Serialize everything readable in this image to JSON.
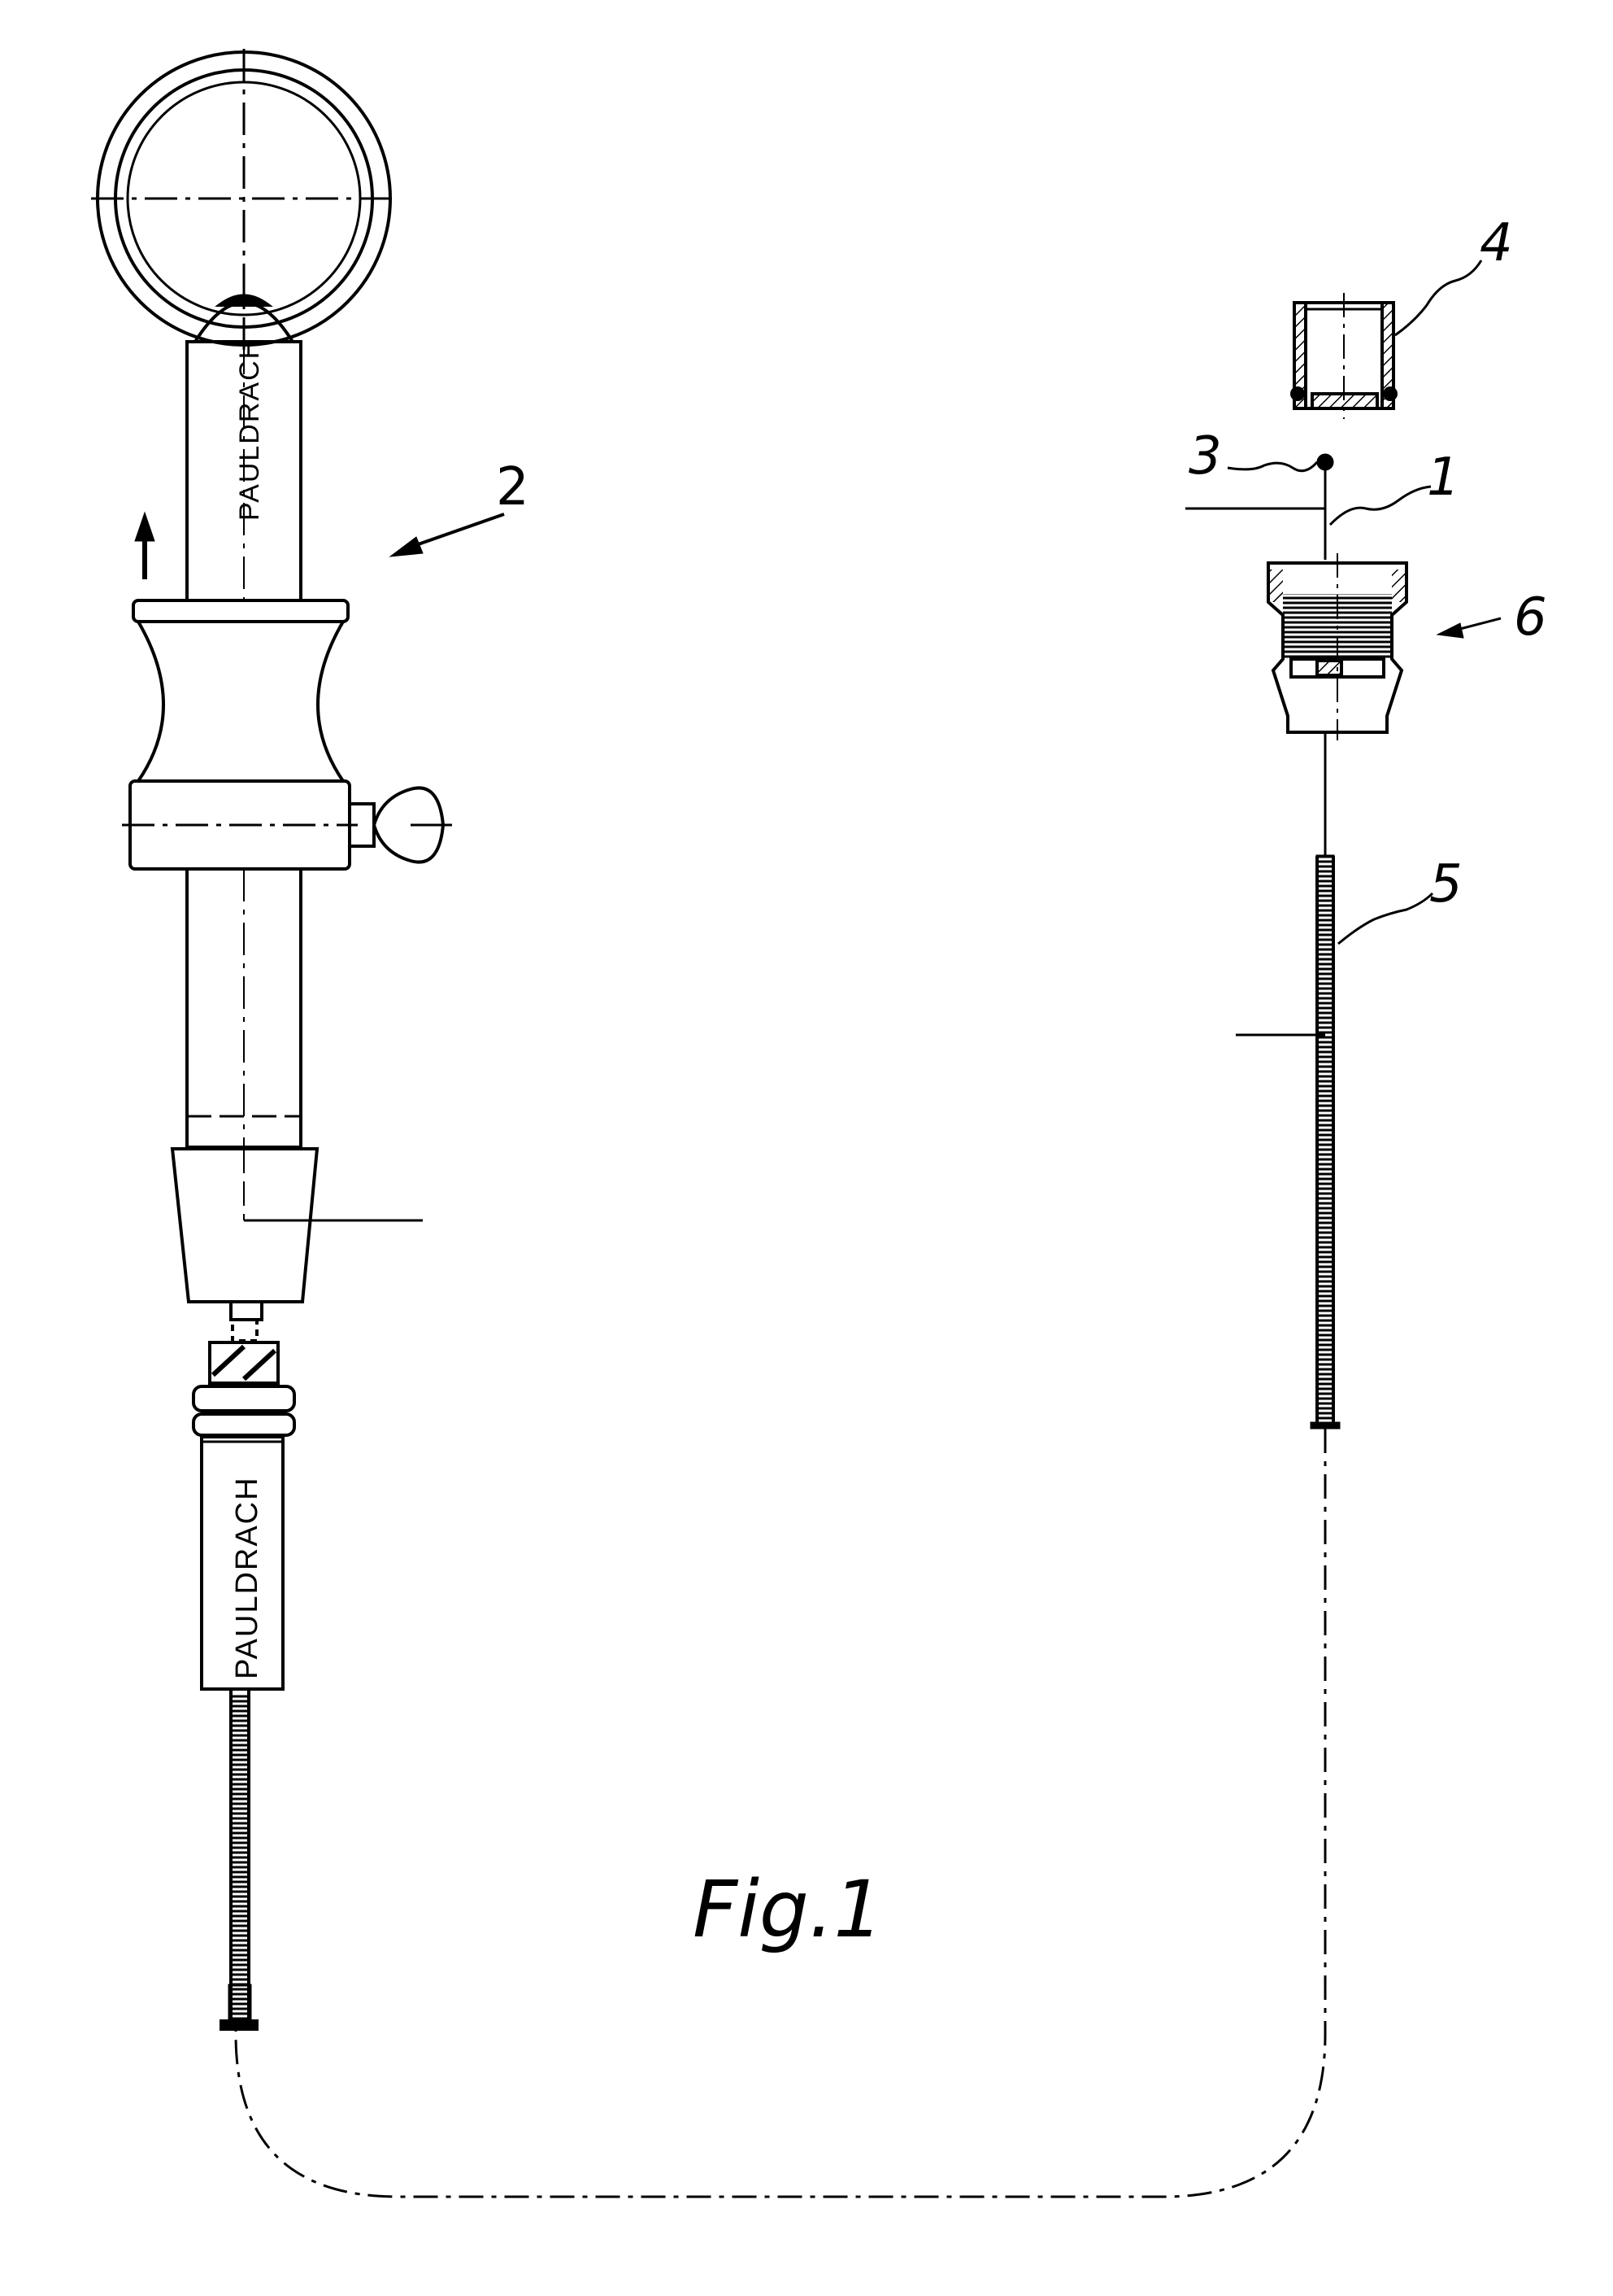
{
  "figure": {
    "caption": "Fig.1"
  },
  "brand": {
    "upper": "PAULDRACH",
    "lower": "PAULDRACH"
  },
  "labels": {
    "instrument": "2",
    "wire": "1",
    "ball_tip": "3",
    "cap": "4",
    "sleeve": "5",
    "connector": "6"
  },
  "colors": {
    "ink": "#000000",
    "paper": "#ffffff"
  }
}
